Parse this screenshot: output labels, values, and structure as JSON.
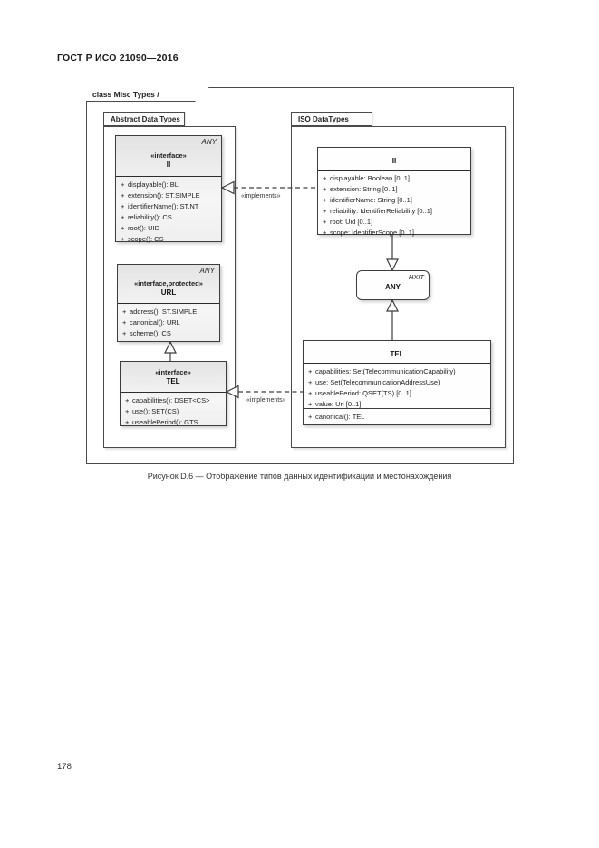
{
  "page": {
    "doc_header": "ГОСТ Р ИСО 21090—2016",
    "caption": "Рисунок D.6 — Отображение типов данных идентификации и местонахождения",
    "page_number": "178"
  },
  "diagram": {
    "frame_label": "class Misc Types / Interfaces",
    "packages": {
      "left": {
        "label": "Abstract Data Types"
      },
      "right": {
        "label": "ISO DataTypes"
      }
    },
    "connectors": {
      "implements_top": {
        "label": "«implements»"
      },
      "implements_bottom": {
        "label": "«implements»"
      }
    },
    "classes": {
      "abstract_ii": {
        "corner": "ANY",
        "stereotype": "«interface»",
        "name": "II",
        "attributes": [
          {
            "vis": "+",
            "text": "displayable(): BL"
          },
          {
            "vis": "+",
            "text": "extension(): ST.SIMPLE"
          },
          {
            "vis": "+",
            "text": "identifierName(): ST.NT"
          },
          {
            "vis": "+",
            "text": "reliability(): CS"
          },
          {
            "vis": "+",
            "text": "root(): UID"
          },
          {
            "vis": "+",
            "text": "scope(): CS"
          }
        ]
      },
      "abstract_url": {
        "corner": "ANY",
        "stereotype": "«interface,protected»",
        "name": "URL",
        "attributes": [
          {
            "vis": "+",
            "text": "address(): ST.SIMPLE"
          },
          {
            "vis": "+",
            "text": "canonical(): URL"
          },
          {
            "vis": "+",
            "text": "scheme(): CS"
          }
        ]
      },
      "abstract_tel": {
        "stereotype": "«interface»",
        "name": "TEL",
        "attributes": [
          {
            "vis": "+",
            "text": "capabilities(): DSET<CS>"
          },
          {
            "vis": "+",
            "text": "use(): SET(CS)"
          },
          {
            "vis": "+",
            "text": "useablePeriod(): GTS"
          }
        ]
      },
      "iso_ii": {
        "name": "II",
        "attributes": [
          {
            "vis": "+",
            "text": "displayable: Boolean [0..1]"
          },
          {
            "vis": "+",
            "text": "extension: String [0..1]"
          },
          {
            "vis": "+",
            "text": "identifierName: String [0..1]"
          },
          {
            "vis": "+",
            "text": "reliability: IdentifierReliability [0..1]"
          },
          {
            "vis": "+",
            "text": "root: Uid [0..1]"
          },
          {
            "vis": "+",
            "text": "scope: IdentifierScope [0..1]"
          }
        ]
      },
      "iso_any": {
        "corner": "HXIT",
        "name": "ANY"
      },
      "iso_tel": {
        "name": "TEL",
        "attributes": [
          {
            "vis": "+",
            "text": "capabilities: Set(TelecommunicationCapability)"
          },
          {
            "vis": "+",
            "text": "use: Set(TelecommunicationAddressUse)"
          },
          {
            "vis": "+",
            "text": "useablePeriod: QSET(TS) [0..1]"
          },
          {
            "vis": "+",
            "text": "value: Uri [0..1]"
          }
        ],
        "operations": [
          {
            "vis": "+",
            "text": "canonical(): TEL"
          }
        ]
      }
    }
  }
}
